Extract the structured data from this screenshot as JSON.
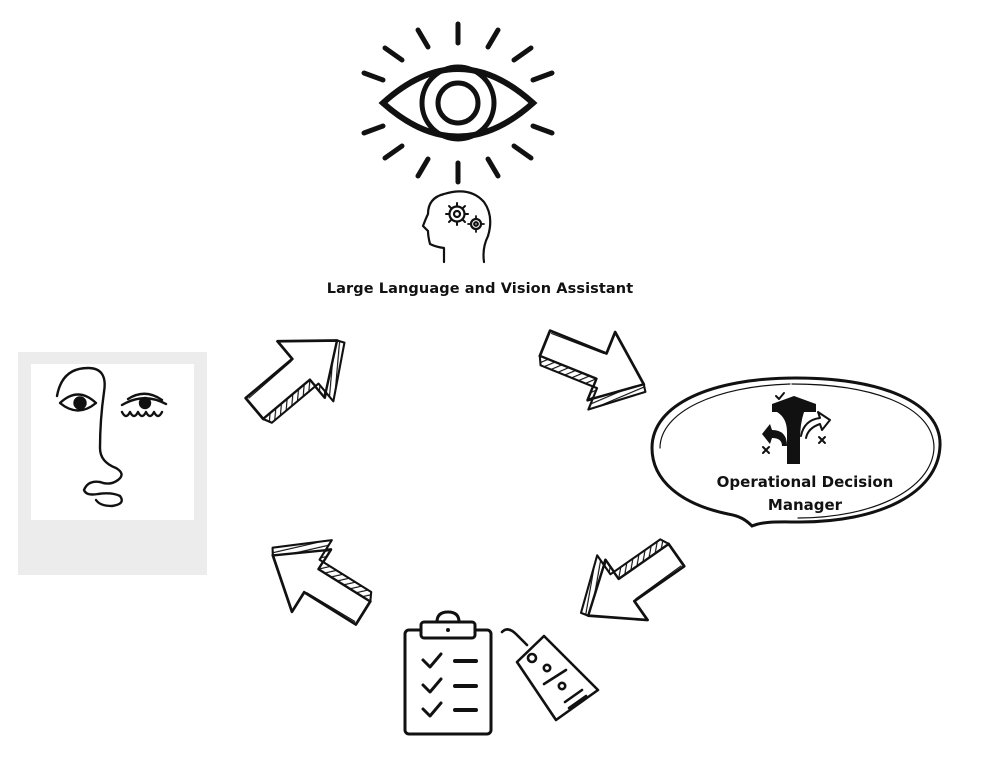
{
  "nodes": {
    "assistant": {
      "label": "Large Language and Vision Assistant"
    },
    "decision_manager": {
      "label_line1": "Operational Decision",
      "label_line2": "Manager"
    }
  },
  "icons": [
    "eye-icon",
    "head-gears-icon",
    "face-line-art-icon",
    "road-fork-icon",
    "clipboard-checklist-icon",
    "price-tag-percent-icon"
  ],
  "colors": {
    "ink": "#111111",
    "panel": "#ececec",
    "background": "#ffffff"
  }
}
